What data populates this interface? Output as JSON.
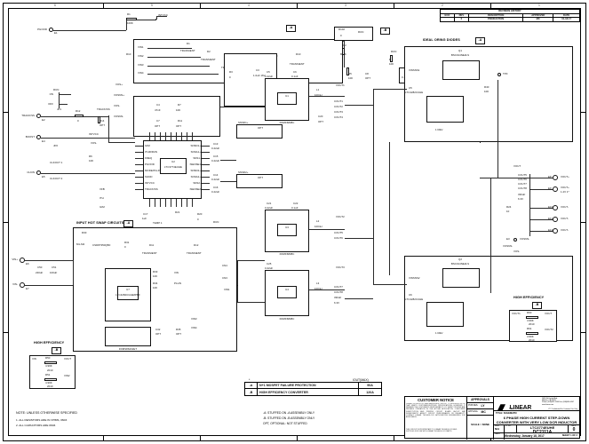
{
  "sheet": {
    "zone_labels_top": [
      "6",
      "5",
      "4",
      "3",
      "2",
      "1"
    ],
    "zone_labels_side": [
      "D",
      "C",
      "B",
      "A"
    ]
  },
  "revision_history": {
    "title": "REVISION HISTORY",
    "columns": [
      "ECO",
      "REV",
      "DESCRIPTION",
      "APPROVED",
      "DATE"
    ],
    "rows": [
      [
        "",
        "0",
        "PRODUCTION",
        "MC",
        "01-18-17"
      ]
    ]
  },
  "title_block": {
    "customer_notice_heading": "CUSTOMER NOTICE",
    "customer_notice_body": "LINEAR TECHNOLOGY HAS MADE A BEST EFFORT TO DESIGN A CIRCUIT THAT MEETS CUSTOMER-SUPPLIED SPECIFICATIONS; HOWEVER, IT REMAINS THE CUSTOMER'S RESPONSIBILITY TO VERIFY PROPER AND RELIABLE OPERATION IN THE ACTUAL APPLICATION. COMPONENT SUBSTITUTION AND PRINTED CIRCUIT BOARD LAYOUT MAY SIGNIFICANTLY AFFECT CIRCUIT PERFORMANCE OR RELIABILITY. CONTACT LINEAR TECHNOLOGY APPLICATIONS ENGINEERING FOR ASSISTANCE.",
    "customer_notice_footer": "THIS CIRCUIT IS PROPRIETARY TO LINEAR TECHNOLOGY AND SUPPLIED FOR USE WITH LINEAR TECHNOLOGY PARTS.",
    "approvals_label": "APPROVALS",
    "approvals_rows": [
      {
        "label": "PCB DES.",
        "value": "LY"
      },
      {
        "label": "APP ENG.",
        "value": "MC"
      }
    ],
    "scale_label": "SCALE = NONE",
    "company_name": "LINEAR",
    "company_sub": "TECHNOLOGY",
    "company_address": "1630 McCarthy Blvd.\nMilpitas, CA 95035\nPhone: (408)432-1900  Fax: (408)434-0507\nwww.linear.com",
    "company_tag": "LTC Confidential-For Customer Use Only",
    "title_label": "TITLE: SCHEMATIC",
    "title_line1": "6 PHASE HIGH CURRENT STEP-DOWN",
    "title_line2": "CONVERTER WITH VERY LOW DCR INDUCTOR",
    "size_label": "SIZE",
    "size_value": "N/A",
    "ic_no_label": "IC NO.",
    "ic_no_value": "LTC3774EUHE",
    "demo_circuit": "DC2111A",
    "rev_label": "REV.",
    "rev_value": "0",
    "date_label": "DATE",
    "date_value": "Wednesday, January 18, 2017",
    "sheet_label": "SHEET  1  OF  2"
  },
  "notes": {
    "heading": "NOTE: UNLESS OTHERWISE SPECIFIED",
    "items": [
      "1. ALL RESISTORS ARE IN OHMS, 0603.",
      "2. ALL CAPACITORS ARE  0603."
    ]
  },
  "iout_table": {
    "header_star": "*",
    "header_current": "IOUT(MAX)",
    "rows": [
      {
        "tag": "-A",
        "description": "N+1 MOSFET FAILURE PROTECTION",
        "current": "90A"
      },
      {
        "tag": "-B",
        "description": "HIGH EFFICIENCY CONVERTER",
        "current": "120A"
      }
    ],
    "footnotes": [
      "-A: STUFFED ON -A  ASSEMBLY ONLY",
      "-B: STUFFED ON -B ASSEMBLY ONLY",
      "OPT, OPTIONAL: NOT STUFFED"
    ]
  },
  "sections": {
    "ideal_oring_diodes": {
      "label": "IDEAL ORING DIODES",
      "tag": "-A"
    },
    "input_hot_swap": {
      "label": "INPUT HOT SWAP CIRCUITS",
      "tag": "-A"
    },
    "high_efficiency_left": {
      "label": "HIGH EFFICIENCY",
      "tag": "-B"
    },
    "high_efficiency_right": {
      "label": "HIGH EFFICIENCY",
      "tag": "-B"
    }
  },
  "block_tags": {
    "a_top_left": "-A",
    "b_top_left": "-B",
    "a_hotswap": "-A",
    "a_oring": "-A",
    "b_he_left": "-B",
    "b_he_right": "-B"
  },
  "connectors": {
    "pgood": {
      "ref": "E1",
      "label": "PGOOD"
    },
    "track_ss": {
      "ref": "E2",
      "label": "TRACK/SS"
    },
    "clkin": {
      "ref": "E5",
      "label": "CLKIN"
    },
    "vin_plus": {
      "ref": "E6",
      "label": "VIN+"
    },
    "vin_minus": {
      "ref": "E7",
      "label": "VIN-"
    },
    "vout_list": [
      {
        "ref": "E8",
        "label": "VOUT+"
      },
      {
        "ref": "E9",
        "label": "VOUT+",
        "sub": "1.2V 1*"
      },
      {
        "ref": "E10",
        "label": "VOUT-"
      },
      {
        "ref": "E11",
        "label": "VOUT-"
      },
      {
        "ref": "E12",
        "label": "VOUT-"
      }
    ],
    "vosns_minus": {
      "ref": "E3",
      "label": "VOSNS-"
    }
  },
  "main_ic": {
    "ref": "U2",
    "part": "LTC3774EUHE",
    "pin_names_left": [
      "ILIM",
      "ITHR/RUN",
      "FREQ",
      "PGOOD",
      "MODE/PLLIN",
      "SGND",
      "INTVCC",
      "TRACK/SS",
      "EXTVCC"
    ],
    "pin_names_right": [
      "SNSD1+",
      "SNSA1+",
      "SNS1-",
      "ISENSE1",
      "SNSD2+",
      "SNSA2+",
      "SNS2-",
      "ISENSE2"
    ],
    "pin_names_top": [
      "VSNSP",
      "VSNSN",
      "VOSNS+",
      "VOSNS-",
      "VFB",
      "ITH",
      "VDIFF",
      "SGND"
    ],
    "pin_names_bottom": [
      "PWM1",
      "PWM2",
      "PWMEN1",
      "PWMEN2",
      "VDD33",
      "VDD25",
      "CLKOUT",
      "SGND",
      "PGND"
    ]
  },
  "sub_ics": {
    "u1": {
      "ref": "U1",
      "part": "FDMF6808C"
    },
    "u3": {
      "ref": "U3",
      "part": "FDMF6808C"
    },
    "u4": {
      "ref": "U4",
      "part": "FDMF6808C"
    },
    "u5": {
      "ref": "U5",
      "part": "LTC4282CUHE"
    },
    "u6": {
      "ref": "U6",
      "part": "LTC4282CUHE"
    },
    "u7": {
      "ref": "U7",
      "part": "LTC4282CUHE#PBF"
    },
    "u8": {
      "ref": "U8",
      "part": "FDMS86202ET"
    },
    "q1": {
      "ref": "Q1",
      "part": "BSC014NE2LS"
    },
    "q2": {
      "ref": "Q2",
      "part": "BSC014NE2LS"
    }
  },
  "nets": {
    "vin": "VIN",
    "vout": "VOUT",
    "intvcc": "INTVCC",
    "run": "RUN",
    "vosns_p": "VOSNS+",
    "vosns_n": "VOSNS-",
    "ith": "ITH",
    "track_ss": "TRACK/SS",
    "clkin": "CLKIN",
    "clkout": "CLKOUT",
    "pgood": "PGOOD",
    "freq": "FREQ",
    "ilim": "ILIM",
    "mode_pllin": "MODE/PLLIN",
    "sgnd": "SGND",
    "pgnd": "PGND",
    "extvcc": "EXTVCC",
    "tg": "TG",
    "bg": "BG",
    "sw": "SW",
    "boost": "BOOST",
    "snsd1": "SNSD1+",
    "snsa1": "SNSA1+",
    "sns1": "SNS1-",
    "snsd2": "SNSD2+",
    "snsa2": "SNSA2+",
    "sns2": "SNS2-",
    "vout1": "VOUT1",
    "vout2": "VOUT2",
    "vout3": "VOUT3",
    "cout1": "COUT1",
    "cout2": "COUT2",
    "cout3": "COUT3",
    "cout4": "COUT4",
    "cout5": "COUT5",
    "cout6": "COUT6",
    "cout7": "COUT7",
    "cout8": "COUT8",
    "vin1": "VIN1",
    "vin2": "VIN2",
    "vin3": "VIN3",
    "vin4": "VIN4"
  },
  "components": {
    "left_top": [
      {
        "ref": "R1",
        "value": "100K"
      },
      {
        "ref": "R12",
        "value": "0"
      },
      {
        "ref": "R14",
        "value": "OPT"
      },
      {
        "ref": "R10",
        "value": "2K"
      },
      {
        "ref": "R102",
        "value": "0"
      },
      {
        "ref": "R2",
        "value": "8L2K"
      },
      {
        "ref": "R4",
        "value": "10K"
      },
      {
        "ref": "R5",
        "value": "10K"
      },
      {
        "ref": "C8",
        "value": "OPT"
      },
      {
        "ref": "C9",
        "value": "0.1uF"
      },
      {
        "ref": "C4",
        "value": "47nF"
      },
      {
        "ref": "C7",
        "value": "OPT"
      },
      {
        "ref": "R7",
        "value": "10K"
      },
      {
        "ref": "R11",
        "value": "OPT"
      },
      {
        "ref": "R3",
        "value": "0"
      },
      {
        "ref": "C3",
        "value": "1.0uF 16V"
      },
      {
        "ref": "R6",
        "value": "10K"
      }
    ],
    "transient_diodes": [
      {
        "ref": "D1",
        "part": "TRANSIENT"
      },
      {
        "ref": "D2",
        "part": "TRANSIENT"
      },
      {
        "ref": "D3",
        "part": "TRANSIENT"
      },
      {
        "ref": "D4",
        "part": "TRANSIENT"
      },
      {
        "ref": "D10",
        "part": "TRANSIENT"
      }
    ],
    "center": [
      {
        "ref": "C17",
        "value": "1uF"
      },
      {
        "ref": "C11",
        "value": "0.1uF"
      },
      {
        "ref": "C13",
        "value": "0.22uF"
      },
      {
        "ref": "C15",
        "value": "0.22uF"
      },
      {
        "ref": "C14",
        "value": "0.22uF"
      },
      {
        "ref": "C16",
        "value": "0.22uF"
      },
      {
        "ref": "R21",
        "value": "0"
      },
      {
        "ref": "R20",
        "value": "0"
      },
      {
        "ref": "C20",
        "value": "OPT"
      },
      {
        "ref": "R22",
        "value": "0"
      }
    ],
    "hotswap": [
      {
        "ref": "R30",
        "value": "10K"
      },
      {
        "ref": "R31",
        "value": "0"
      },
      {
        "ref": "C30",
        "value": "1uF"
      },
      {
        "ref": "C31",
        "value": "0.1uF"
      },
      {
        "ref": "R33",
        "value": "10K"
      },
      {
        "ref": "R34",
        "value": "10K"
      },
      {
        "ref": "C32",
        "value": "OPT"
      },
      {
        "ref": "R35",
        "value": "OPT"
      },
      {
        "ref": "D11",
        "part": "TRANSIENT"
      },
      {
        "ref": "D12",
        "part": "TRANSIENT"
      }
    ],
    "oring": [
      {
        "ref": "R40",
        "value": "10K"
      },
      {
        "ref": "R41",
        "value": "0"
      },
      {
        "ref": "C40",
        "value": "0.1uF"
      },
      {
        "ref": "R42",
        "value": "0"
      },
      {
        "ref": "TP3",
        "label": "TP3"
      },
      {
        "ref": "TP4",
        "label": "TP4"
      }
    ],
    "he_left_table": [
      [
        "VIN",
        "R50",
        "VOUT"
      ],
      [
        "",
        "4.99K",
        ""
      ],
      [
        "",
        "2010",
        ""
      ],
      [
        "",
        "R51",
        "VIN2"
      ],
      [
        "",
        "4.99K",
        ""
      ],
      [
        "",
        "2010",
        ""
      ]
    ],
    "he_right_table": [
      [
        "VOUT1",
        "R60",
        "VOUT"
      ],
      [
        "",
        "4.99K",
        ""
      ],
      [
        "",
        "2010",
        ""
      ],
      [
        "",
        "R61",
        "VOUT2"
      ],
      [
        "",
        "4.99K",
        ""
      ],
      [
        "",
        "2010",
        ""
      ]
    ]
  },
  "misc_labels": {
    "on": "ON",
    "off": "OFF",
    "jp1": "JP1",
    "jp2": "JP2",
    "boost_label": "BOOST",
    "clkin_label": "CLKIN",
    "clkout1": "CLKOUT 1",
    "clkout2": "CLKOUT 2",
    "mbr1": "MBRCHIMELS",
    "rev_mark": "1  REV"
  }
}
